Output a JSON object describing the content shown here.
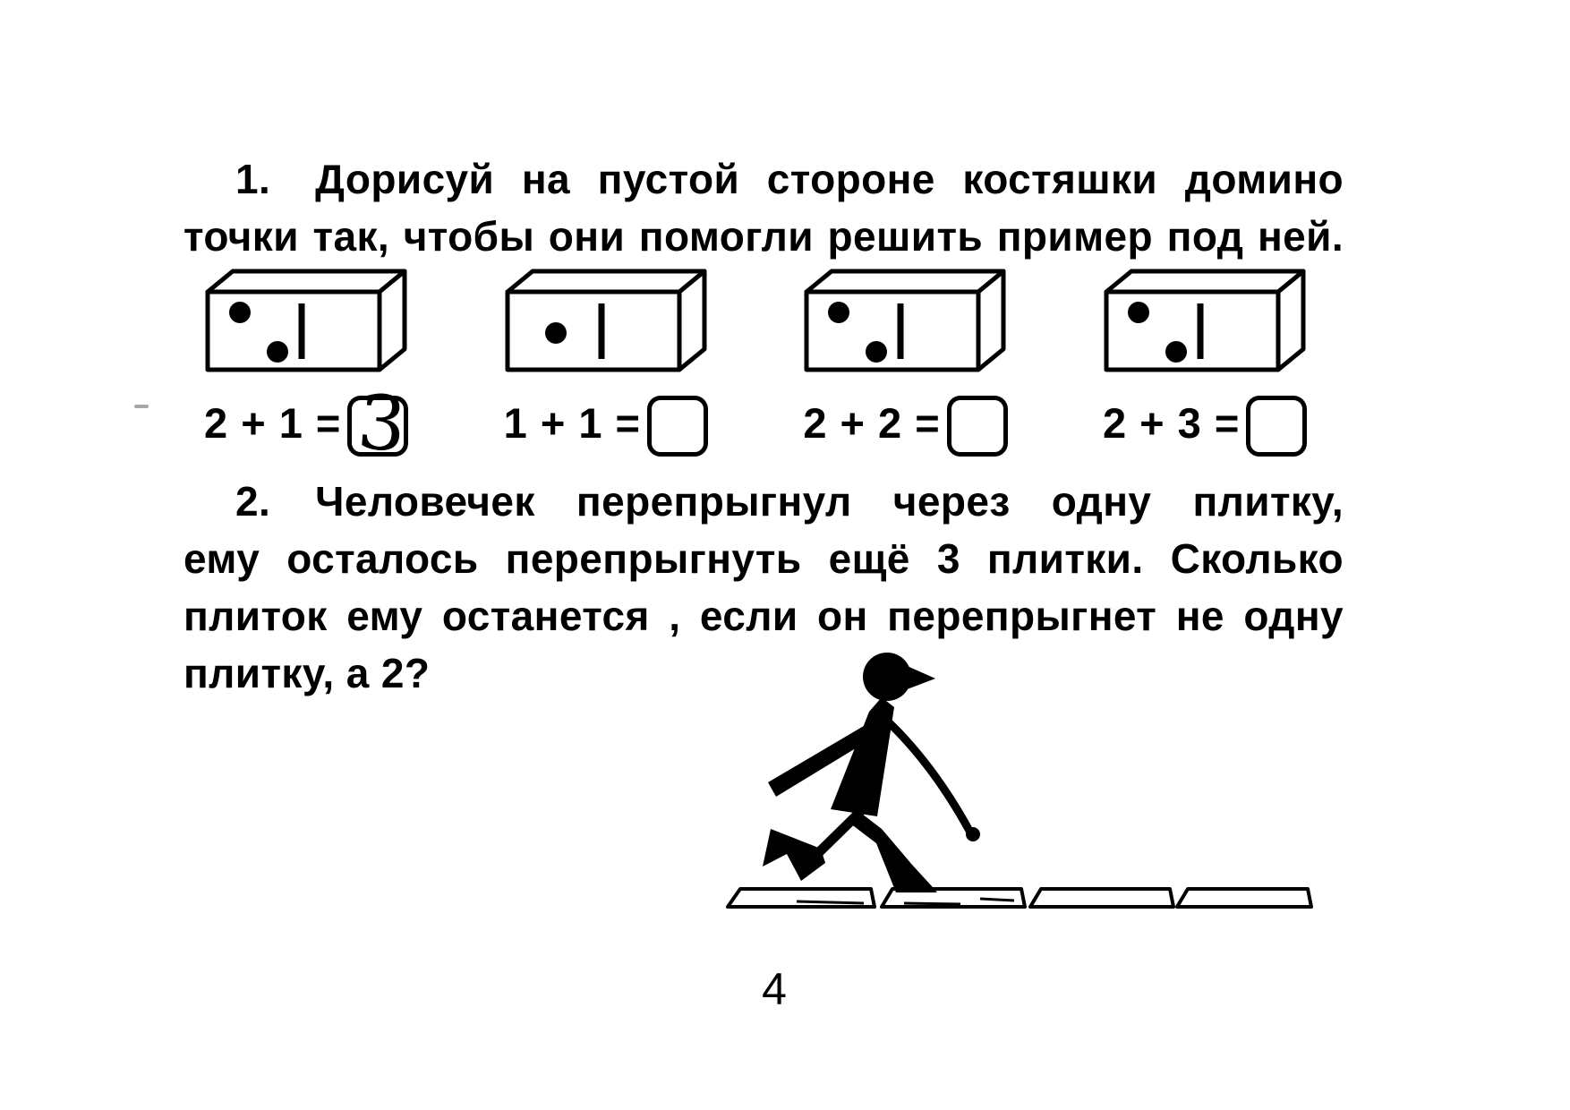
{
  "colors": {
    "ink": "#000000",
    "paper": "#ffffff"
  },
  "task1": {
    "number": "1.",
    "lines": [
      "Дорисуй на пустой стороне костяшки домино",
      "точки так, чтобы они помогли решить пример под ней."
    ],
    "dominoes": [
      {
        "left_pips": 2,
        "right_pips": 0,
        "equation": "2 + 1 =",
        "answer": "3"
      },
      {
        "left_pips": 1,
        "right_pips": 0,
        "equation": "1 + 1 =",
        "answer": ""
      },
      {
        "left_pips": 2,
        "right_pips": 0,
        "equation": "2 + 2 =",
        "answer": ""
      },
      {
        "left_pips": 2,
        "right_pips": 0,
        "equation": "2 + 3 =",
        "answer": ""
      }
    ]
  },
  "task2": {
    "number": "2.",
    "lines": [
      "Человечек перепрыгнул через одну плитку,",
      "ему осталось перепрыгнуть ещё 3 плитки. Сколько",
      "плиток ему останется , если он перепрыгнет не одну",
      "плитку, а 2?"
    ],
    "illustration": {
      "figure": "jumping-stick-figure",
      "tiles_count": 4
    }
  },
  "page": {
    "number": "4"
  }
}
